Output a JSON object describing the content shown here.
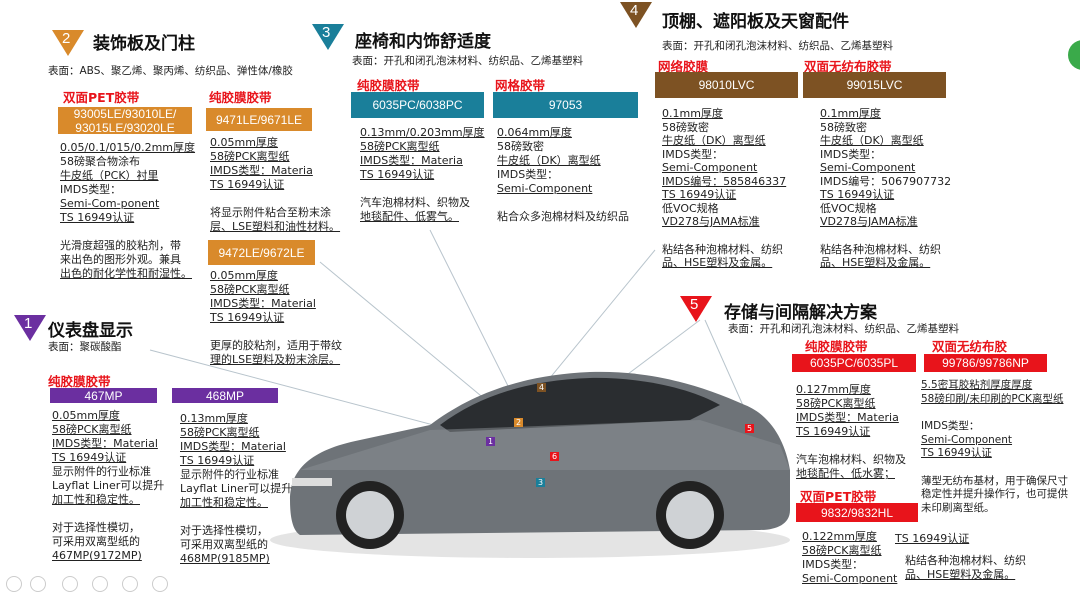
{
  "colors": {
    "s1": "#6b2fa0",
    "s2": "#d98a2b",
    "s3": "#1a7f9a",
    "s4": "#7d5223",
    "s5": "#e8141b",
    "label": "#e8141b"
  },
  "s2": {
    "num": "2",
    "title": "装饰板及门柱",
    "surface": "表面：ABS、聚乙烯、聚丙烯、纺织品、弹性体/橡胶",
    "c1": {
      "label": "双面PET胶带",
      "product": "93005LE/93010LE/ 93015LE/93020LE",
      "lines": [
        "0.05/0.1/015/0.2mm厚度",
        "58磅聚合物涂布",
        "牛皮纸（PCK）衬里",
        "IMDS类型：",
        "Semi-Com-ponent",
        "TS 16949认证",
        "",
        "光滑度超强的胶粘剂，带",
        "来出色的图形外观。兼具",
        "出色的耐化学性和耐湿性。"
      ]
    },
    "c2": {
      "label": "纯胶膜胶带",
      "product": "9471LE/9671LE",
      "lines": [
        "0.05mm厚度",
        "58磅PCK离型纸",
        "IMDS类型：Materia",
        "TS 16949认证",
        "",
        "将显示附件粘合至粉末涂",
        "层、LSE塑料和油性材料。"
      ]
    },
    "c3": {
      "product": "9472LE/9672LE",
      "lines": [
        "0.05mm厚度",
        "58磅PCK离型纸",
        "IMDS类型：Material",
        "TS 16949认证",
        "",
        "更厚的胶粘剂，适用于带纹",
        "理的LSE塑料及粉末涂层。"
      ]
    }
  },
  "s3": {
    "num": "3",
    "title": "座椅和内饰舒适度",
    "surface": "表面：开孔和闭孔泡沫材料、纺织品、乙烯基塑料",
    "c1": {
      "label": "纯胶膜胶带",
      "product": "6035PC/6038PC",
      "lines": [
        "0.13mm/0.203mm厚度",
        "58磅PCK离型纸",
        "IMDS类型：Materia",
        "TS 16949认证",
        "",
        "汽车泡棉材料、织物及",
        "地毯配件、低雾气。"
      ]
    },
    "c2": {
      "label": "网格胶带",
      "product": "97053",
      "lines": [
        "0.064mm厚度",
        "58磅致密",
        "牛皮纸（DK）离型纸",
        "IMDS类型：",
        "Semi-Component",
        "",
        "粘合众多泡棉材料及纺织品"
      ]
    }
  },
  "s4": {
    "num": "4",
    "title": "顶棚、遮阳板及天窗配件",
    "surface": "表面：开孔和闭孔泡沫材料、纺织品、乙烯基塑料",
    "c1": {
      "label": "网络胶膜",
      "product": "98010LVC",
      "lines": [
        "0.1mm厚度",
        "58磅致密",
        "牛皮纸（DK）离型纸",
        "IMDS类型：",
        "Semi-Component",
        "IMDS编号：585846337",
        "TS 16949认证",
        "低VOC规格",
        "VD278与JAMA标准",
        "",
        "粘结各种泡棉材料、纺织",
        "品、HSE塑料及金属。"
      ]
    },
    "c2": {
      "label": "双面无纺布胶带",
      "product": "99015LVC",
      "lines": [
        "0.1mm厚度",
        "58磅致密",
        "牛皮纸（DK）离型纸",
        "IMDS类型：",
        "Semi-Component",
        "IMDS编号：5067907732",
        "TS 16949认证",
        "低VOC规格",
        "VD278与JAMA标准",
        "",
        "粘结各种泡棉材料、纺织",
        "品、HSE塑料及金属。"
      ]
    }
  },
  "s1": {
    "num": "1",
    "title": "仪表盘显示",
    "surface": "表面：聚碳酸酯",
    "label": "纯胶膜胶带",
    "c1": {
      "product": "467MP",
      "lines": [
        "0.05mm厚度",
        "58磅PCK离型纸",
        "IMDS类型：Material",
        "TS 16949认证",
        "显示附件的行业标准",
        "Layflat Liner可以提升",
        "加工性和稳定性。",
        "",
        "对于选择性模切，",
        "可采用双离型纸的",
        "467MP(9172MP)"
      ]
    },
    "c2": {
      "product": "468MP",
      "lines": [
        "0.13mm厚度",
        "58磅PCK离型纸",
        "IMDS类型：Material",
        "TS 16949认证",
        "显示附件的行业标准",
        "Layflat Liner可以提升",
        "加工性和稳定性。",
        "",
        "对于选择性模切，",
        "可采用双离型纸的",
        "468MP(9185MP)"
      ]
    }
  },
  "s5": {
    "num": "5",
    "title": "存储与间隔解决方案",
    "surface": "表面：开孔和闭孔泡沫材料、纺织品、乙烯基塑料",
    "c1": {
      "label": "纯胶膜胶带",
      "product": "6035PC/6035PL",
      "lines": [
        "0.127mm厚度",
        "58磅PCK离型纸",
        "IMDS类型：Materia",
        "TS 16949认证",
        "",
        "汽车泡棉材料、织物及",
        "地毯配件、低水雾；"
      ]
    },
    "c2": {
      "label": "双面无纺布胶",
      "product": "99786/99786NP",
      "lines": [
        "5.5密耳胶粘剂厚度厚度",
        "58磅印刷/未印刷的PCK离型纸",
        "",
        "IMDS类型：",
        "Semi-Component",
        "TS 16949认证",
        "",
        "薄型无纺布基材，用于确保尺寸",
        "稳定性并提升操作行，也可提供",
        "未印刷离型纸。"
      ]
    },
    "c3": {
      "label": "双面PET胶带",
      "product": "9832/9832HL",
      "lines": [
        "0.122mm厚度",
        "58磅PCK离型纸",
        "IMDS类型：",
        "Semi-Component"
      ],
      "cert": "TS 16949认证",
      "desc": [
        "粘结各种泡棉材料、纺织",
        "品、HSE塑料及金属。"
      ]
    }
  },
  "car_markers": [
    "1",
    "2",
    "3",
    "4",
    "5",
    "6"
  ]
}
